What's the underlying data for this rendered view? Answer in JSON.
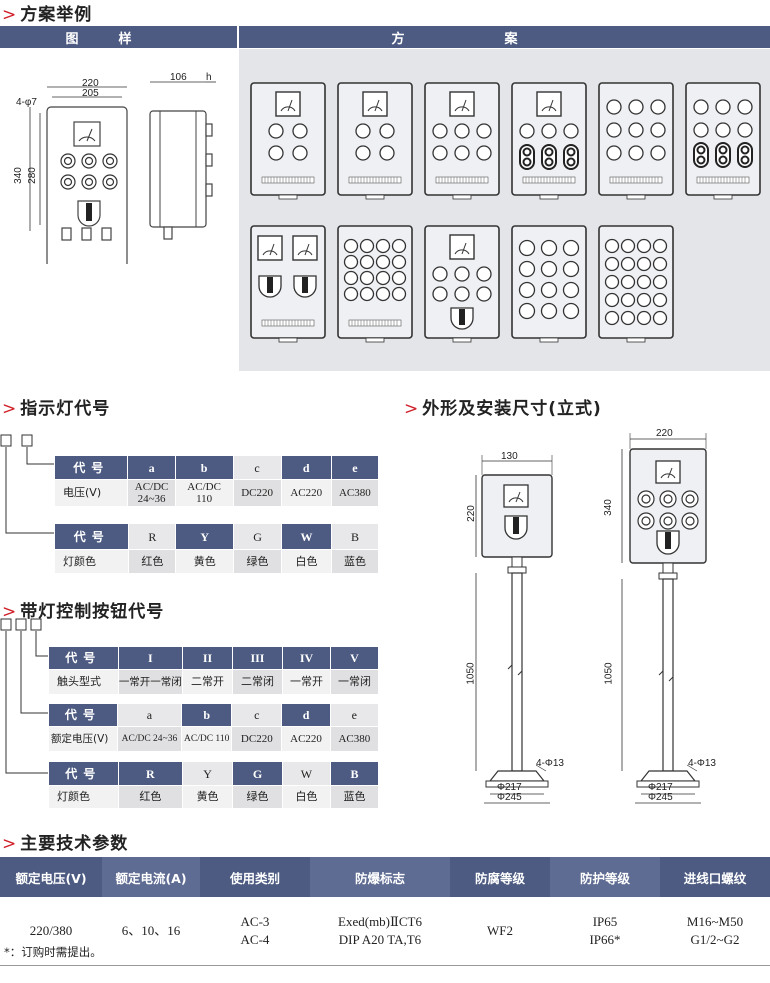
{
  "sections": {
    "examples_title": "方案举例",
    "indicator_title": "指示灯代号",
    "dimensions_title": "外形及安装尺寸(立式)",
    "button_title": "带灯控制按钮代号",
    "params_title": "主要技术参数",
    "arrow": ">"
  },
  "examples_header": {
    "left": "图样",
    "right": "方案"
  },
  "drawing_dims": {
    "holes": "4-φ7",
    "w220": "220",
    "w205": "205",
    "h340": "340",
    "h280": "280",
    "d106": "106",
    "h": "h"
  },
  "stand_dims": {
    "left": {
      "width": "130",
      "height": "220",
      "pole": "1050",
      "d1": "Φ217",
      "d2": "Φ245",
      "holes": "4-Φ13"
    },
    "right": {
      "width": "220",
      "height": "340",
      "pole": "1050",
      "d1": "Φ217",
      "d2": "Φ245",
      "holes": "4-Φ13"
    }
  },
  "indicator": {
    "voltage": {
      "header": [
        "代号",
        "a",
        "b",
        "c",
        "d",
        "e"
      ],
      "label": "电压(V)",
      "values": [
        "AC/DC\n24~36",
        "AC/DC\n110",
        "DC220",
        "AC220",
        "AC380"
      ]
    },
    "color": {
      "header": [
        "代号",
        "R",
        "Y",
        "G",
        "W",
        "B"
      ],
      "label": "灯颜色",
      "values": [
        "红色",
        "黄色",
        "绿色",
        "白色",
        "蓝色"
      ]
    }
  },
  "button": {
    "contact": {
      "header": [
        "代号",
        "I",
        "II",
        "III",
        "IV",
        "V"
      ],
      "label": "触头型式",
      "values": [
        "一常开一常闭",
        "二常开",
        "二常闭",
        "一常开",
        "一常闭"
      ]
    },
    "voltage": {
      "header": [
        "代号",
        "a",
        "b",
        "c",
        "d",
        "e"
      ],
      "label": "额定电压(V)",
      "values": [
        "AC/DC 24~36",
        "AC/DC 110",
        "DC220",
        "AC220",
        "AC380"
      ]
    },
    "color": {
      "header": [
        "代号",
        "R",
        "Y",
        "G",
        "W",
        "B"
      ],
      "label": "灯颜色",
      "values": [
        "红色",
        "黄色",
        "绿色",
        "白色",
        "蓝色"
      ]
    }
  },
  "params": {
    "headers": [
      "额定电压(V)",
      "额定电流(A)",
      "使用类别",
      "防爆标志",
      "防腐等级",
      "防护等级",
      "进线口螺纹"
    ],
    "values": [
      "220/380",
      "6、10、16",
      "AC-3\nAC-4",
      "Exed(mb)ⅡCT6\nDIP A20 TA,T6",
      "WF2",
      "IP65\nIP66*",
      "M16~M50\nG1/2~G2"
    ]
  },
  "note": "*：订购时需提出。",
  "colors": {
    "header": "#4d5b82",
    "accent": "#d0202a",
    "panel": "#e4e5e8"
  }
}
